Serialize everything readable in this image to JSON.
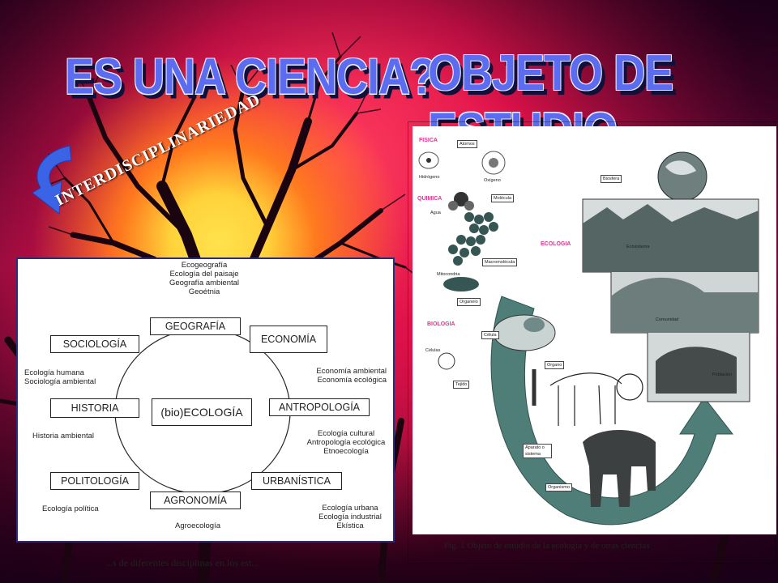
{
  "titles": {
    "left": "ES UNA CIENCIA?",
    "right": "OBJETO DE ESTUDIO"
  },
  "interdisciplinary_label": "INTERDISCIPLINARIEDAD",
  "arrow": {
    "icon": "curved-arrow-icon",
    "color": "#3a63e6"
  },
  "diagram": {
    "center": "(bio)ECOLOGÍA",
    "top_notes": [
      "Ecogeografía",
      "Ecología del paisaje",
      "Geografía ambiental",
      "Geoétnia"
    ],
    "disciplines": {
      "geografia": "GEOGRAFÍA",
      "economia": "ECONOMÍA",
      "sociologia": "SOCIOLOGÍA",
      "historia": "HISTORIA",
      "antropologia": "ANTROPOLOGÍA",
      "politologia": "POLITOLOGÍA",
      "agronomia": "AGRONOMÍA",
      "urbanistica": "URBANÍSTICA"
    },
    "notes": {
      "sociologia": [
        "Ecología humana",
        "Sociología ambiental"
      ],
      "economia": [
        "Economía ambiental",
        "Economía ecológica"
      ],
      "historia": [
        "Historia ambiental"
      ],
      "antropologia": [
        "Ecología cultural",
        "Antropología ecológica",
        "Etnoecología"
      ],
      "politologia": [
        "Ecología política"
      ],
      "agronomia": [
        "Agroecología"
      ],
      "urbanistica": [
        "Ecología urbana",
        "Ecología industrial",
        "Ekística"
      ]
    }
  },
  "figure": {
    "sections": [
      "FISICA",
      "QUIMICA",
      "BIOLOGIA",
      "ECOLOGIA"
    ],
    "tags": {
      "atomos": "Atomos",
      "hidrogeno": "Hidrógeno",
      "oxigeno": "Oxígeno",
      "molecula": "Molécula",
      "agua": "Agua",
      "macromolecula": "Macromolécula",
      "mitocondria": "Mitocondria",
      "organelo": "Organelo",
      "celula": "Célula",
      "celulas": "Células",
      "tejido": "Tejido",
      "organo": "Organo",
      "aparato": "Aparato o sistema",
      "organismo": "Organismo",
      "poblacion": "Población",
      "comunidad": "Comunidad",
      "ecosistema": "Ecosistema",
      "biosfera": "Biosfera"
    },
    "arrow_color": "#3f6a66"
  },
  "captions": {
    "right": "Fig. 1 Objeto de estudio de la ecología y de otras ciencias",
    "left": "...s de diferentes disciplinas en los est..."
  }
}
